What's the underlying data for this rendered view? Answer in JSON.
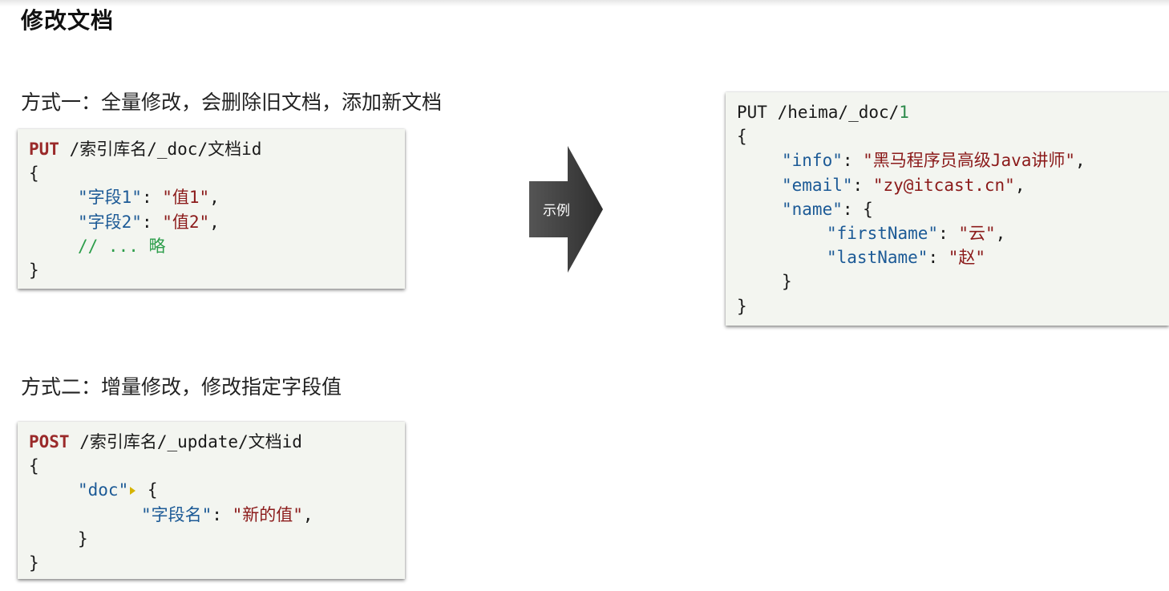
{
  "page": {
    "title": "修改文档"
  },
  "method1": {
    "heading": "方式一：全量修改，会删除旧文档，添加新文档",
    "code": {
      "method": "PUT",
      "path": " /索引库名/_doc/文档id",
      "open": "{",
      "field1_key": "\"字段1\"",
      "field1_val": "\"值1\"",
      "field2_key": "\"字段2\"",
      "field2_val": "\"值2\"",
      "comment": "// ... 略",
      "close": "}"
    }
  },
  "example": {
    "arrow_label": "示例",
    "code": {
      "request_line": "PUT /heima/_doc/",
      "doc_id": "1",
      "open": "{",
      "info_key": "\"info\"",
      "info_val": "\"黑马程序员高级Java讲师\"",
      "email_key": "\"email\"",
      "email_val": "\"zy@itcast.cn\"",
      "name_key": "\"name\"",
      "name_open": "{",
      "first_key": "\"firstName\"",
      "first_val": "\"云\"",
      "last_key": "\"lastName\"",
      "last_val": "\"赵\"",
      "name_close": "}",
      "close": "}"
    }
  },
  "method2": {
    "heading": "方式二：增量修改，修改指定字段值",
    "code": {
      "method": "POST",
      "path": " /索引库名/_update/文档id",
      "open": "{",
      "doc_key": "\"doc\"",
      "doc_open": "{",
      "field_key": "\"字段名\"",
      "field_val": "\"新的值\"",
      "doc_close": "}",
      "close": "}"
    }
  },
  "colors": {
    "keyword": "#9a2a2a",
    "key": "#1c5a96",
    "string": "#8b1a1a",
    "comment": "#2d9e4b",
    "code_bg": "#f3f5f0",
    "arrow": "#3a3a3a"
  }
}
